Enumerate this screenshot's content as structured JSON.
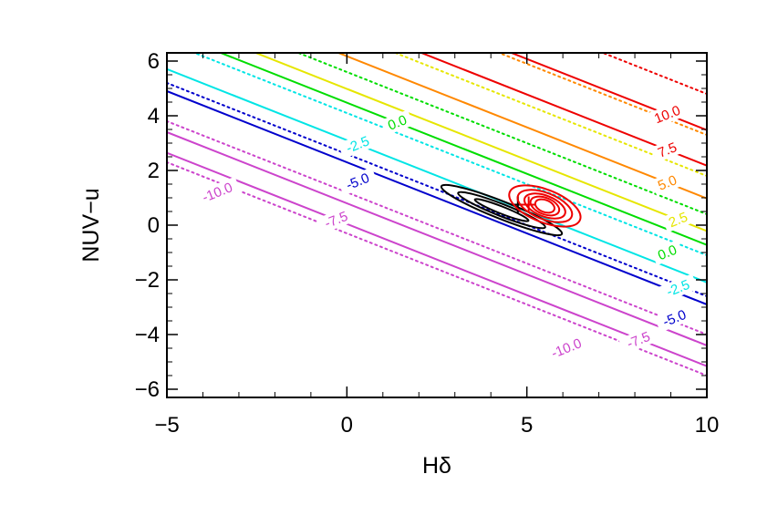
{
  "chart_data": {
    "type": "contour",
    "xlabel": "Hδ",
    "ylabel": "NUV−u",
    "xlim": [
      -5,
      10
    ],
    "ylim": [
      -6.3,
      6.3
    ],
    "x_ticks": [
      -5,
      0,
      5,
      10
    ],
    "x_tick_labels": [
      "−5",
      "0",
      "5",
      "10"
    ],
    "y_ticks": [
      -6,
      -4,
      -2,
      0,
      2,
      4,
      6
    ],
    "y_tick_labels": [
      "−6",
      "−4",
      "−2",
      "0",
      "2",
      "4",
      "6"
    ],
    "slope": -0.52,
    "solid_lines": [
      {
        "value": -10.0,
        "label": "-10.0",
        "color": "#cc44cc",
        "y_at_xmin": 3.4,
        "label_at": [
          -3.6,
          1.2
        ],
        "label_at2": [
          6.1,
          -4.5
        ]
      },
      {
        "value": -7.5,
        "label": "-7.5",
        "color": "#cc44cc",
        "label_at": [
          -0.3,
          0.2
        ],
        "label_at2": [
          8.1,
          -4.2
        ]
      },
      {
        "value": -5.0,
        "label": "-5.0",
        "color": "#0000cc",
        "y_at_xmin": 4.9,
        "label_at": [
          0.3,
          1.6
        ],
        "label_at2": [
          9.1,
          -3.4
        ]
      },
      {
        "value": -2.5,
        "label": "-2.5",
        "color": "#00e5e5",
        "label_at": [
          0.3,
          2.95
        ],
        "label_at2": [
          9.2,
          -2.3
        ]
      },
      {
        "value": 0.0,
        "label": "0.0",
        "color": "#00dd00",
        "label_at": [
          1.4,
          3.75
        ],
        "label_at2": [
          8.9,
          -1.0
        ]
      },
      {
        "value": 2.5,
        "label": "2.5",
        "color": "#e6e600",
        "label_at": [
          9.2,
          0.2
        ]
      },
      {
        "value": 5.0,
        "label": "5.0",
        "color": "#ff8800",
        "label_at": [
          8.9,
          1.55
        ]
      },
      {
        "value": 7.5,
        "label": "7.5",
        "color": "#ee0000",
        "label_at": [
          8.9,
          2.75
        ]
      },
      {
        "value": 10.0,
        "label": "10.0",
        "color": "#ee0000",
        "label_at": [
          8.9,
          4.05
        ]
      }
    ],
    "dotted_lines": [
      {
        "color": "#cc44cc",
        "y_at_xmin": 2.3
      },
      {
        "color": "#cc44cc",
        "y_at_xmin": 3.8
      },
      {
        "color": "#0000cc",
        "y_at_xmin": 5.2
      },
      {
        "color": "#00e5e5",
        "y_at_xmin": 6.7
      },
      {
        "color": "#00dd00",
        "y_at_xmin": 8.2
      },
      {
        "color": "#e6e600",
        "y_at_xmin": 9.6
      },
      {
        "color": "#ff8800",
        "y_at_xmin": 11.1
      },
      {
        "color": "#ee0000",
        "y_at_xmin": 12.6
      }
    ],
    "black_contours": {
      "color": "#000000",
      "center": [
        4.3,
        0.55
      ],
      "levels": [
        [
          1.8,
          0.32
        ],
        [
          1.3,
          0.22
        ],
        [
          0.8,
          0.13
        ]
      ],
      "marker": [
        4.75,
        0.75
      ]
    },
    "red_contours": {
      "color": "#ee0000",
      "center": [
        5.5,
        0.7
      ],
      "levels": [
        [
          1.05,
          0.6
        ],
        [
          0.8,
          0.48
        ],
        [
          0.6,
          0.38
        ],
        [
          0.42,
          0.3
        ],
        [
          0.28,
          0.22
        ]
      ],
      "marker": [
        5.05,
        0.75
      ]
    }
  }
}
